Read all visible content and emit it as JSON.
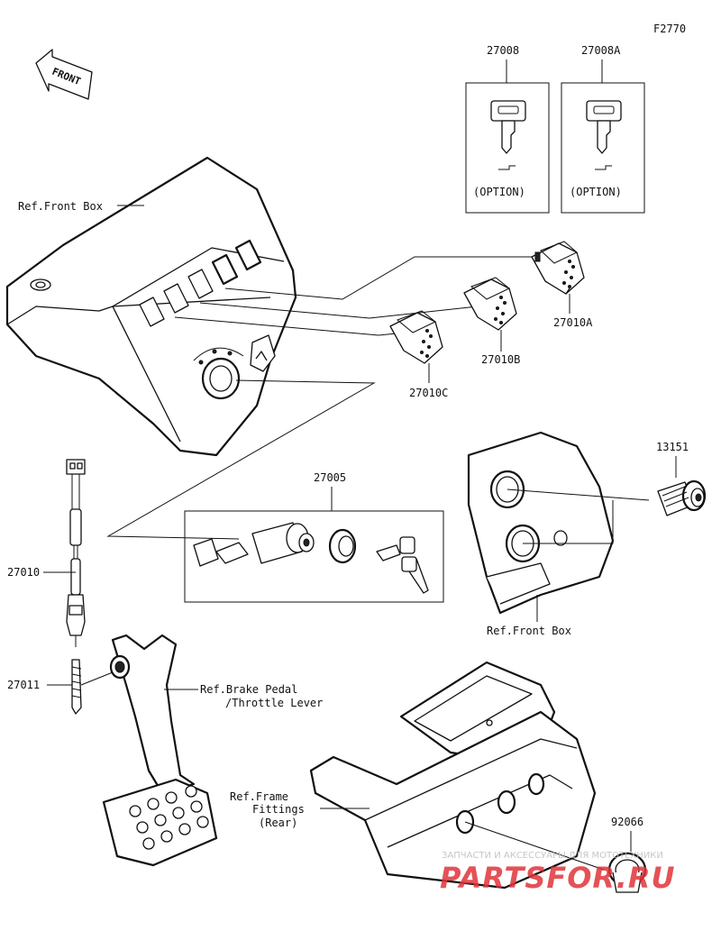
{
  "figure_code": "F2770",
  "front_arrow": "FRONT",
  "callouts": {
    "p27008": "27008",
    "p27008A": "27008A",
    "option1": "(OPTION)",
    "option2": "(OPTION)",
    "ref_front_box_top": "Ref.Front Box",
    "p27010A": "27010A",
    "p27010B": "27010B",
    "p27010C": "27010C",
    "p27005": "27005",
    "p13151": "13151",
    "p27010": "27010",
    "ref_front_box_bottom": "Ref.Front Box",
    "p27011": "27011",
    "ref_brake_1": "Ref.Brake Pedal",
    "ref_brake_2": "/Throttle Lever",
    "ref_frame_1": "Ref.Frame",
    "ref_frame_2": "Fittings",
    "ref_frame_3": "(Rear)",
    "p92066": "92066"
  },
  "watermark": {
    "tagline": "ЗАПЧАСТИ И АКСЕССУАРЫ ДЛЯ МОТОТЕХНИКИ",
    "brand": "PARTSFOR.RU",
    "color": "#e0353a"
  }
}
